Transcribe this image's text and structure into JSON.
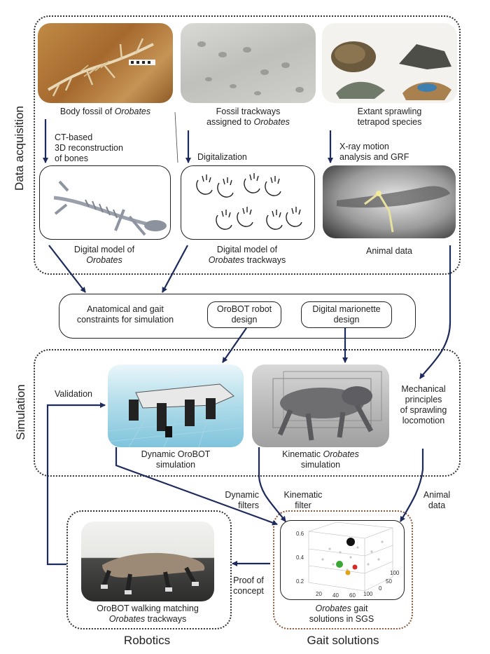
{
  "sections": {
    "data_acquisition": "Data acquisition",
    "simulation": "Simulation",
    "robotics": "Robotics",
    "gait_solutions": "Gait solutions"
  },
  "top_row": {
    "body_fossil": {
      "line1": "Body fossil of ",
      "italic": "Orobates"
    },
    "trackways": {
      "line1": "Fossil trackways",
      "line2_prefix": "assigned to ",
      "italic": "Orobates"
    },
    "extant": {
      "line1": "Extant sprawling",
      "line2": "tetrapod species"
    }
  },
  "arrow_labels": {
    "ct": {
      "line1": "CT-based",
      "line2": "3D reconstruction",
      "line3": "of bones"
    },
    "digitalization": "Digitalization",
    "xray": {
      "line1": "X-ray motion",
      "line2": "analysis and GRF"
    }
  },
  "middle_row": {
    "digital_model": {
      "line1": "Digital model of",
      "italic": "Orobates"
    },
    "digital_trackways": {
      "line1": "Digital model of",
      "italic": "Orobates",
      "suffix": " trackways"
    },
    "animal_data": "Animal data"
  },
  "constraints": {
    "anatomical": {
      "line1": "Anatomical and gait",
      "line2": "constraints for simulation"
    },
    "orobot": {
      "line1": "OroBOT robot",
      "line2": "design"
    },
    "marionette": {
      "line1": "Digital marionette",
      "line2": "design"
    }
  },
  "simulation": {
    "validation": "Validation",
    "dynamic": {
      "line1": "Dynamic OroBOT",
      "line2": "simulation"
    },
    "kinematic": {
      "line1": "Kinematic ",
      "italic": "Orobates",
      "line2": "simulation"
    },
    "mechanical": {
      "line1": "Mechanical",
      "line2": "principles",
      "line3": "of sprawling",
      "line4": "locomotion"
    }
  },
  "filters": {
    "dynamic": {
      "line1": "Dynamic",
      "line2": "filters"
    },
    "kinematic": {
      "line1": "Kinematic",
      "line2": "filter"
    },
    "animal": {
      "line1": "Animal",
      "line2": "data"
    },
    "proof": {
      "line1": "Proof of",
      "line2": "concept"
    }
  },
  "bottom": {
    "orobot_walking": {
      "line1": "OroBOT walking matching",
      "italic": "Orobates",
      "suffix": " trackways"
    },
    "gait_solutions": {
      "italic": "Orobates",
      "suffix": " gait",
      "line2": "solutions in SGS"
    }
  },
  "plot_ticks": {
    "z": [
      "0.6",
      "0.4",
      "0.2"
    ],
    "x": [
      "20",
      "40",
      "60",
      "100"
    ],
    "y": [
      "0",
      "50",
      "100"
    ]
  },
  "colors": {
    "arrow": "#1c2a5c",
    "region": "#333333",
    "gait_border": "#8a5a3c"
  }
}
